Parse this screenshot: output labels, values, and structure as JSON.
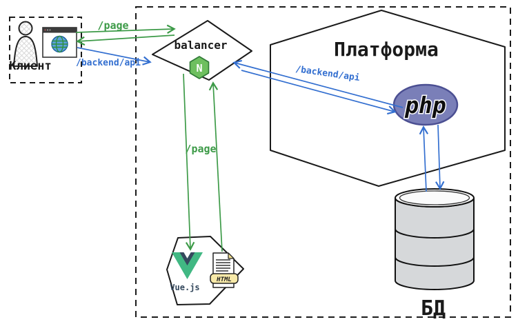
{
  "nodes": {
    "client": {
      "label": "Клиент"
    },
    "balancer": {
      "label": "balancer",
      "nginx_letter": "N"
    },
    "platform": {
      "label": "Платформа",
      "php_label": "php"
    },
    "database": {
      "label": "БД"
    },
    "frontend": {
      "vue_label": "Vue.js",
      "html_label": "HTML"
    }
  },
  "edges": {
    "page_request": {
      "label": "/page"
    },
    "page_frontend": {
      "label": "/page"
    },
    "api_client": {
      "label": "/backend/api"
    },
    "api_platform": {
      "label": "/backend/api"
    }
  },
  "colors": {
    "edge_green": "#3c9a47",
    "edge_blue": "#336fd0",
    "nginx_green": "#6ebf5f",
    "php_purple": "#7a7fb8",
    "vue_green": "#41b883",
    "vue_dark": "#35495e",
    "db_gray": "#d6d8da",
    "badge_yellow": "#f7e9a8"
  }
}
